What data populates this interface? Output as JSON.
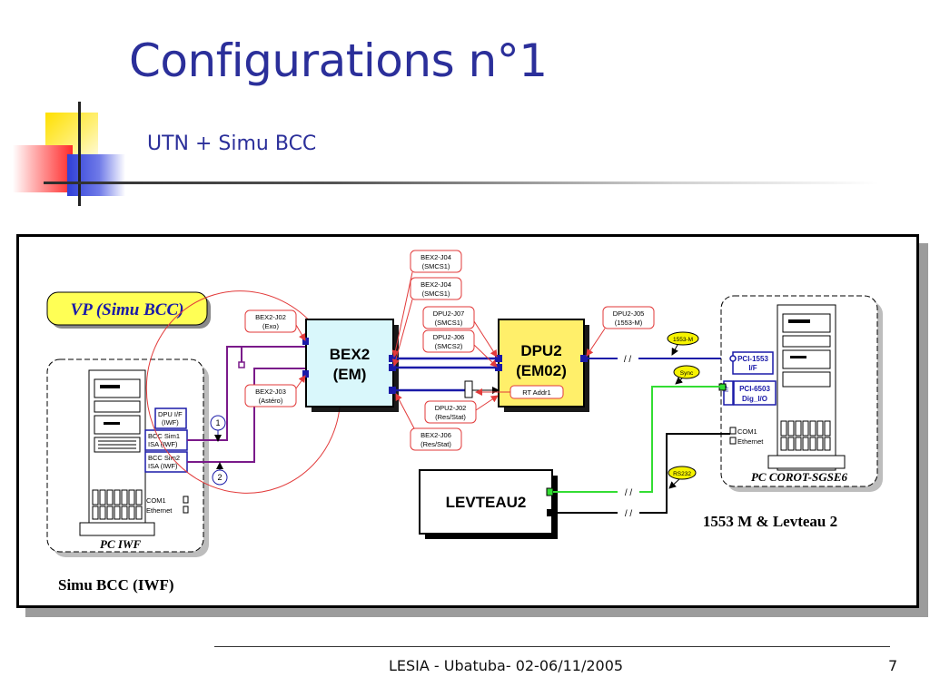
{
  "slide": {
    "title": "Configurations n°1",
    "subtitle": "UTN + Simu BCC",
    "footer": "LESIA - Ubatuba- 02-06/11/2005",
    "page_number": "7"
  },
  "diagram": {
    "vp_label": "VP (Simu BCC)",
    "pc_iwf": {
      "label": "PC IWF",
      "caption": "Simu BCC (IWF)",
      "ports": {
        "dpu_if": [
          "DPU I/F",
          "(IWF)"
        ],
        "bcc_sim1": [
          "BCC Sim1",
          "ISA (IWF)"
        ],
        "bcc_sim2": [
          "BCC Sim2",
          "ISA (IWF)"
        ],
        "com1": "COM1",
        "ethernet": "Ethernet"
      },
      "channel_1": "1",
      "channel_2": "2"
    },
    "bex2": {
      "line1": "BEX2",
      "line2": "(EM)"
    },
    "dpu2": {
      "line1": "DPU2",
      "line2": "(EM02)"
    },
    "levteau": "LEVTEAU2",
    "pc_corot": {
      "label": "PC COROT-SGSE6",
      "caption": "1553 M & Levteau 2",
      "ports": {
        "pci1553": [
          "PCI-1553",
          "I/F"
        ],
        "pci6503": [
          "PCI-6503",
          "Dig_I/O"
        ],
        "if_small": "I/F",
        "com1": "COM1",
        "ethernet": "Ethernet"
      }
    },
    "connectors": {
      "bex2_j02": [
        "BEX2-J02",
        "(Exo)"
      ],
      "bex2_j03": [
        "BEX2-J03",
        "(Astéro)"
      ],
      "bex2_j04_a": [
        "BEX2-J04",
        "(SMCS1)"
      ],
      "bex2_j04_b": [
        "BEX2-J04",
        "(SMCS1)"
      ],
      "dpu2_j07": [
        "DPU2-J07",
        "(SMCS1)"
      ],
      "dpu2_j06": [
        "DPU2-J06",
        "(SMCS2)"
      ],
      "rt_addr": "RT Addr1",
      "dpu2_j02": [
        "DPU2-J02",
        "(Res/Stat)"
      ],
      "bex2_j06": [
        "BEX2-J06",
        "(Res/Stat)"
      ],
      "dpu2_j05": [
        "DPU2-J05",
        "(1553-M)"
      ]
    },
    "tags": {
      "m1553": "1553-M",
      "sync": "Sync",
      "rs232": "RS232"
    },
    "break_mark": "/ /",
    "colors": {
      "box_fill_bex": "#d9f7fb",
      "box_fill_dpu": "#ffef6a",
      "link_blue": "#1a1aa8",
      "link_purple": "#7a1a8a",
      "link_green": "#33dd33",
      "annotation_red": "#e23a3a",
      "tag_yellow": "#f6f300"
    }
  }
}
